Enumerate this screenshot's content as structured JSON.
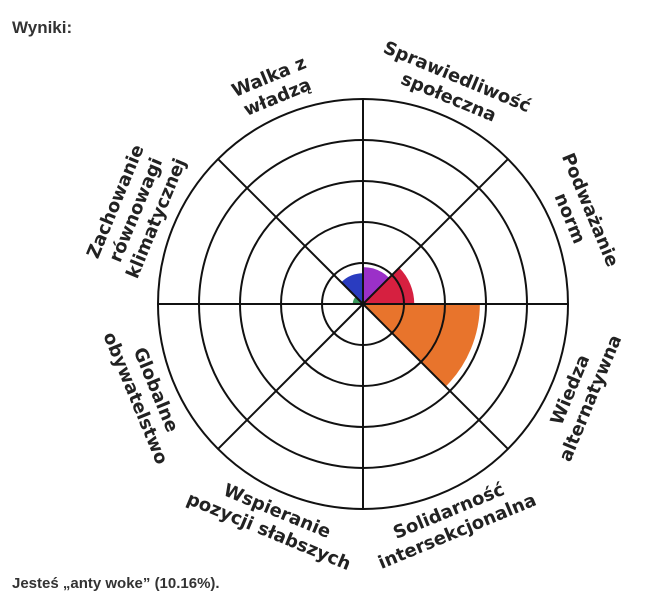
{
  "heading": "Wyniki:",
  "result_text": "Jesteś „anty woke” (10.16%).",
  "chart_data": {
    "type": "polar-area",
    "title": "",
    "categories": [
      "Sprawiedliwość społeczna",
      "Podważanie norm",
      "Wiedza alternatywna",
      "Solidarność intersekcjonalna",
      "Wspieranie pozycji słabszych",
      "Globalne obywatelstwo",
      "Zachowanie równowagi klimatycznej",
      "Walka z władzą"
    ],
    "category_label_lines": [
      [
        "Sprawiedliwość",
        "społeczna"
      ],
      [
        "Podważanie",
        "norm"
      ],
      [
        "Wiedza",
        "alternatywna"
      ],
      [
        "Solidarność",
        "intersekcjonalna"
      ],
      [
        "Wspieranie",
        "pozycji słabszych"
      ],
      [
        "Globalne",
        "obywatelstwo"
      ],
      [
        "Zachowanie",
        "równowagi",
        "klimatycznej"
      ],
      [
        "Walka z",
        "władzą"
      ]
    ],
    "values": [
      18,
      25,
      57,
      0,
      0,
      0,
      5,
      15
    ],
    "colors": [
      "#9b30c8",
      "#d62040",
      "#e8742c",
      "#888888",
      "#888888",
      "#888888",
      "#3a9a5c",
      "#2a3cc0"
    ],
    "rings": 5,
    "range": [
      0,
      100
    ]
  }
}
